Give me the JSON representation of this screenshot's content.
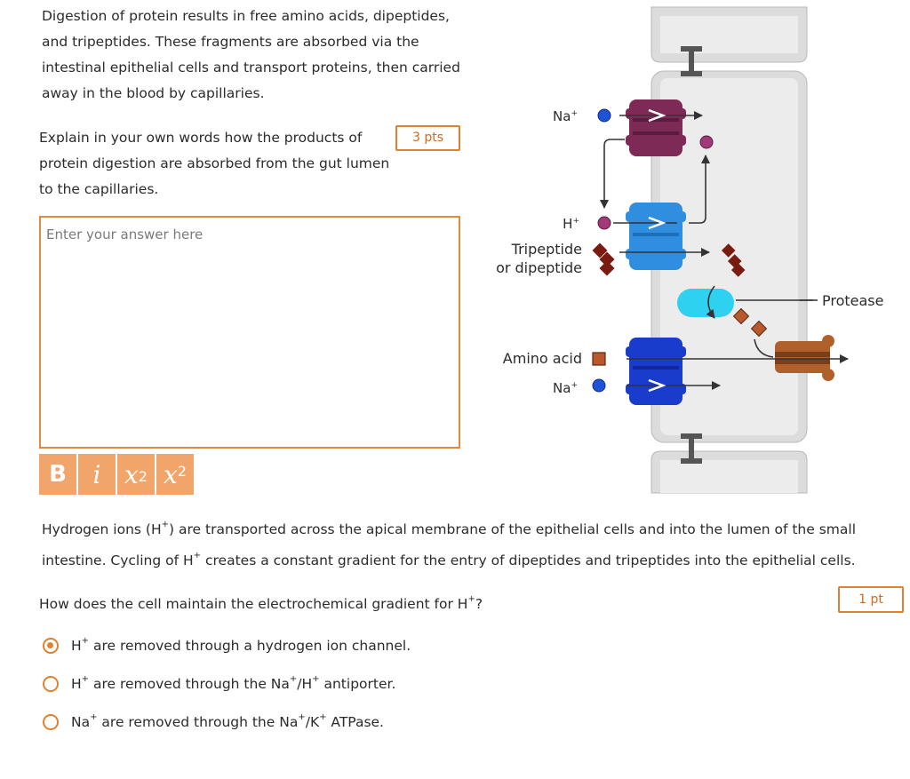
{
  "intro": {
    "text": "Digestion of protein results in free amino acids, dipeptides, and tripeptides. These fragments are absorbed via the intestinal epithelial cells and transport proteins, then carried away in the blood by capillaries."
  },
  "question1": {
    "text": "Explain in your own words how the products of protein digestion are absorbed from the gut lumen to the capillaries.",
    "points": "3 pts",
    "answer_placeholder": "Enter your answer here",
    "answer_value": ""
  },
  "toolbar": {
    "bold": "B",
    "italic": "i",
    "subscript_base": "x",
    "subscript_mark": "2",
    "superscript_base": "x",
    "superscript_mark": "2"
  },
  "diagram": {
    "labels": {
      "na_top": "Na",
      "na_top_sup": "+",
      "h": "H",
      "h_sup": "+",
      "tripeptide_line1": "Tripeptide",
      "tripeptide_line2": "or dipeptide",
      "protease": "Protease",
      "amino_acid": "Amino acid",
      "na_bottom": "Na",
      "na_bottom_sup": "+"
    },
    "colors": {
      "membrane": "#dcdcdc",
      "cell_interior": "#ececec",
      "antiporter": "#7e2a57",
      "peptide_transporter": "#2f8ee0",
      "aa_transporter": "#1a3ccc",
      "protease": "#2ed1f0",
      "basolateral_transporter": "#b0602a",
      "na_ion": "#1e53d8",
      "h_ion": "#a03a78",
      "peptide": "#7a1b12",
      "amino_acid": "#b8582c"
    }
  },
  "para2": {
    "part1": "Hydrogen ions (H",
    "sup1": "+",
    "part2": ") are transported across the apical membrane of the epithelial cells and into the lumen of the small intestine. Cycling of H",
    "sup2": "+",
    "part3": " creates a constant gradient for the entry of dipeptides and tripeptides into the epithelial cells."
  },
  "question2": {
    "text": "How does the cell maintain the electrochemical gradient for H",
    "sup": "+",
    "end": "?",
    "points": "1 pt"
  },
  "options": [
    {
      "a": "H",
      "a_sup": "+",
      "b": " are removed through a hydrogen ion channel.",
      "selected": true
    },
    {
      "a": "H",
      "a_sup": "+",
      "b": " are removed through the Na",
      "b_sup": "+",
      "c": "/H",
      "c_sup": "+",
      "d": " antiporter.",
      "selected": false
    },
    {
      "a": "Na",
      "a_sup": "+",
      "b": " are removed through the Na",
      "b_sup": "+",
      "c": "/K",
      "c_sup": "+",
      "d": " ATPase.",
      "selected": false
    }
  ]
}
